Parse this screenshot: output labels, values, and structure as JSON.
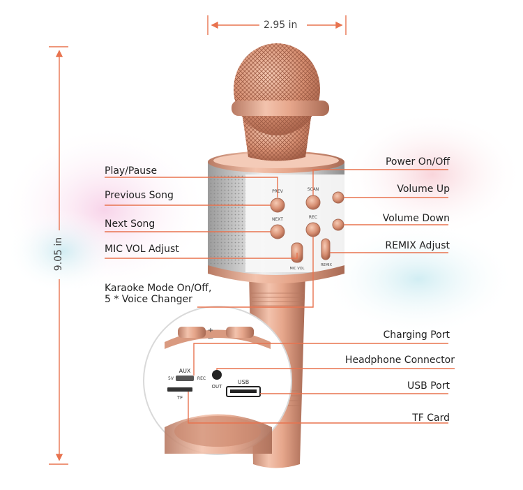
{
  "dimensions": {
    "width_label": "2.95 in",
    "height_label": "9.05 in"
  },
  "left_labels": [
    "Play/Pause",
    "Previous Song",
    "Next Song",
    "MIC VOL Adjust",
    "Karaoke Mode On/Off,",
    "5 * Voice Changer"
  ],
  "right_labels": [
    "Power On/Off",
    "Volume Up",
    "Volume Down",
    "REMIX Adjust",
    "Charging Port",
    "Headphone Connector",
    "USB Port",
    "TF Card"
  ],
  "device_text": {
    "prev": "PREV",
    "next": "NEXT",
    "scan": "SCAN",
    "rec": "REC",
    "mic_vol": "MIC VOL",
    "remix": "REMIX",
    "aux": "AUX",
    "five_v": "5V",
    "rec_small": "REC",
    "out": "OUT",
    "usb": "USB",
    "tf": "TF",
    "plus": "+",
    "minus": "—"
  },
  "colors": {
    "accent": "#e8734f",
    "rose_gold": "#e5a58a",
    "rose_dark": "#b8775e",
    "silver": "#c9c9c9"
  }
}
